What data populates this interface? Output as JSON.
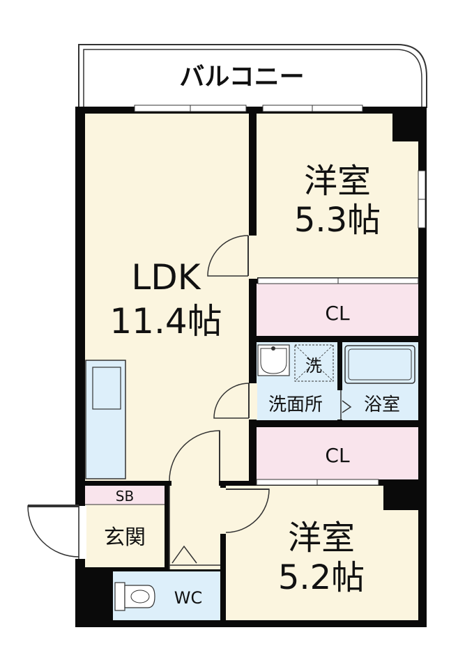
{
  "floorplan": {
    "balcony": "バルコニー",
    "ldk": {
      "name": "LDK",
      "size": "11.4帖"
    },
    "bedroom_top": {
      "name": "洋室",
      "size": "5.3帖"
    },
    "bedroom_bottom": {
      "name": "洋室",
      "size": "5.2帖"
    },
    "closet_top": "CL",
    "closet_bottom": "CL",
    "washroom": "洗面所",
    "washer": "洗",
    "bathroom": "浴室",
    "shoe_box": "SB",
    "entrance": "玄関",
    "toilet": "WC"
  },
  "colors": {
    "room_fill": "#FBF5DF",
    "closet_fill": "#F9E4EC",
    "wet_fill": "#DDEFFA",
    "wall": "#0A0A0A"
  }
}
